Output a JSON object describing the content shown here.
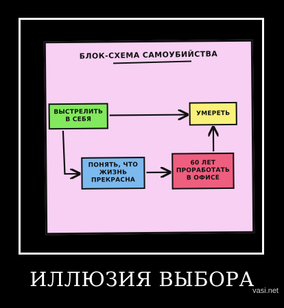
{
  "diagram": {
    "title": "БЛОК-СХЕМА САМОУБИЙСТВА",
    "nodes": {
      "shoot": "ВЫСТРЕЛИТЬ\nВ СЕБЯ",
      "die": "УМЕРЕТЬ",
      "realize": "ПОНЯТЬ, ЧТО\nЖИЗНЬ\nПРЕКРАСНА",
      "office": "60 ЛЕТ\nПРОРАБОТАТЬ\nВ ОФИСЕ"
    }
  },
  "caption": "ИЛЛЮЗИЯ ВЫБОРА",
  "watermark": "vasi.net",
  "colors": {
    "background": "#000000",
    "panel": "#f7d0f3",
    "shoot": "#82e85d",
    "die": "#f9f179",
    "realize": "#7cb9ee",
    "office": "#ee5e7f"
  }
}
